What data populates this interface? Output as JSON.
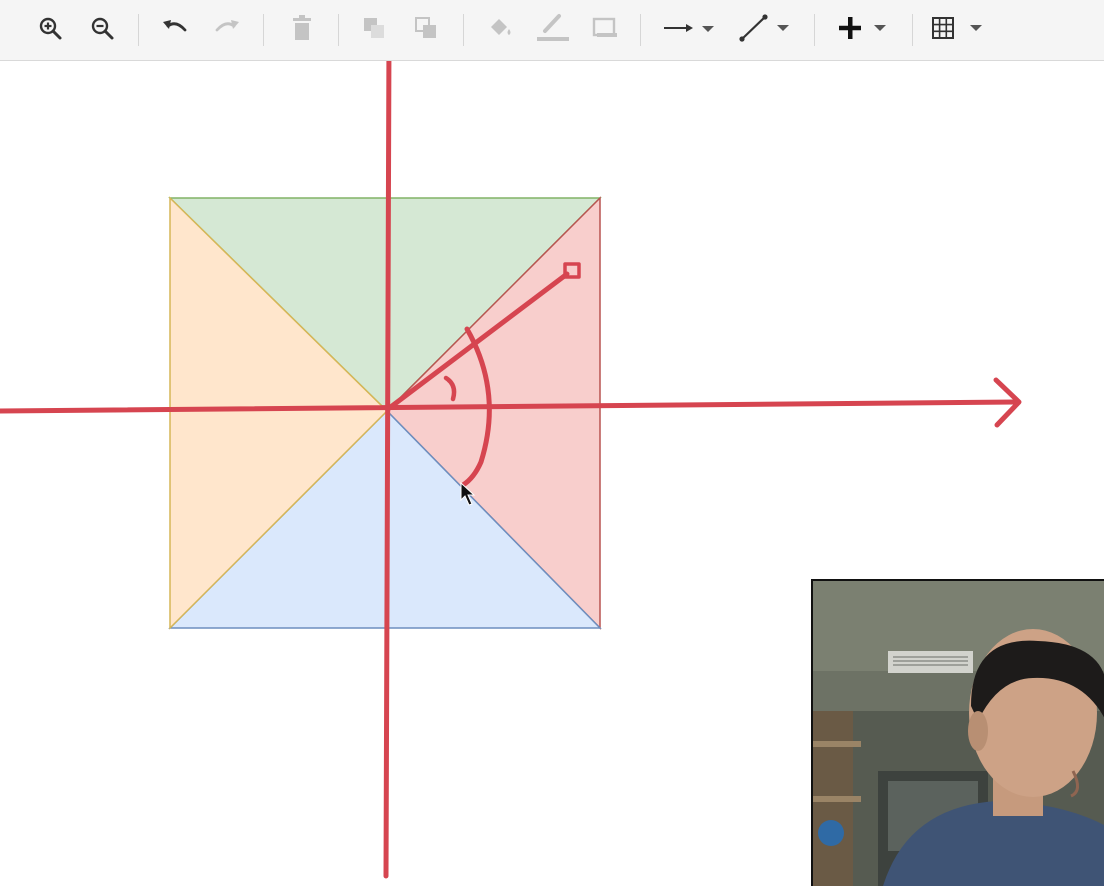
{
  "toolbar": {
    "buttons": [
      {
        "name": "zoom-in",
        "icon": "zoom-in-icon",
        "enabled": true
      },
      {
        "name": "zoom-out",
        "icon": "zoom-out-icon",
        "enabled": true
      },
      {
        "name": "undo",
        "icon": "undo-icon",
        "enabled": true
      },
      {
        "name": "redo",
        "icon": "redo-icon",
        "enabled": false
      },
      {
        "name": "delete",
        "icon": "trash-icon",
        "enabled": false
      },
      {
        "name": "to-front",
        "icon": "to-front-icon",
        "enabled": false
      },
      {
        "name": "to-back",
        "icon": "to-back-icon",
        "enabled": false
      },
      {
        "name": "fill-color",
        "icon": "paint-bucket-icon",
        "enabled": false
      },
      {
        "name": "line-color",
        "icon": "pencil-icon",
        "enabled": false
      },
      {
        "name": "shadow",
        "icon": "shadow-icon",
        "enabled": false
      },
      {
        "name": "connection",
        "icon": "arrow-right-icon",
        "enabled": true,
        "dropdown": true
      },
      {
        "name": "waypoints",
        "icon": "waypoint-line-icon",
        "enabled": true,
        "dropdown": true
      },
      {
        "name": "insert",
        "icon": "plus-icon",
        "enabled": true,
        "dropdown": true
      },
      {
        "name": "table",
        "icon": "grid-icon",
        "enabled": true,
        "dropdown": true
      }
    ],
    "colors": {
      "enabled": "#333333",
      "disabled": "#c4c4c4",
      "background": "#f5f5f5"
    }
  },
  "drawing": {
    "triangle_fills": {
      "top": "#d5e8d4",
      "right": "#f8cecc",
      "bottom": "#dae8fc",
      "left": "#ffe6cc"
    },
    "triangle_strokes": {
      "top": "#82b366",
      "right": "#b85450",
      "bottom": "#6c8ebf",
      "left": "#d6b656"
    },
    "annotation_color": "#d64550",
    "annotations": [
      "vertical-axis-arrow",
      "horizontal-axis-arrow",
      "radius-vector",
      "small-angle-arc",
      "large-angle-arc"
    ]
  },
  "webcam": {
    "content": "presenter-video"
  }
}
